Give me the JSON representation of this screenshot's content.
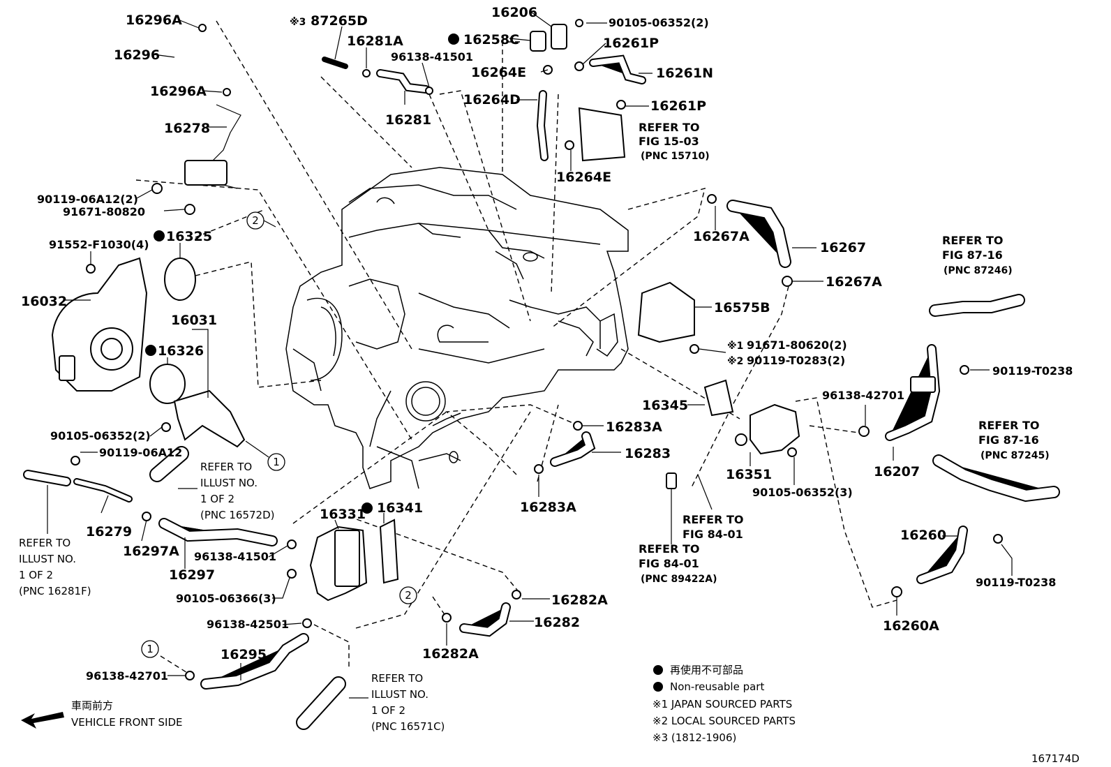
{
  "diagram": {
    "figure_id": "167174D",
    "legend": {
      "nonreusable_jp": "再使用不可部品",
      "nonreusable_en": "Non-reusable part",
      "note1": "※1 JAPAN SOURCED PARTS",
      "note2": "※2 LOCAL SOURCED PARTS",
      "note3": "※3 (1812-1906)"
    },
    "front_jp": "車両前方",
    "front_en": "VEHICLE FRONT SIDE",
    "labels": {
      "l16296A_1": "16296A",
      "l16296": "16296",
      "l16296A_2": "16296A",
      "l16278": "16278",
      "l9011906A12_2": "90119-06A12(2)",
      "l9167180820": "91671-80820",
      "l91552": "91552-F1030(4)",
      "l16325": "16325",
      "l16032": "16032",
      "l16031": "16031",
      "l16326": "16326",
      "l90105_2": "90105-06352(2)",
      "l9011906A12": "90119-06A12",
      "l16279": "16279",
      "l16297A": "16297A",
      "l16297": "16297",
      "l96138_41501b": "96138-41501",
      "l90105_06366": "90105-06366(3)",
      "l96138_42501": "96138-42501",
      "l16295": "16295",
      "l96138_42701b": "96138-42701",
      "l87265D": "87265D",
      "l87265D_note": "※3",
      "l16281A": "16281A",
      "l96138_41501a": "96138-41501",
      "l16281": "16281",
      "l16258C": "16258C",
      "l16206": "16206",
      "l90105_06352_2t": "90105-06352(2)",
      "l16261P_1": "16261P",
      "l16264E_1": "16264E",
      "l16261N": "16261N",
      "l16264D": "16264D",
      "l16261P_2": "16261P",
      "l16264E_2": "16264E",
      "l16267A_1": "16267A",
      "l16267": "16267",
      "l16267A_2": "16267A",
      "l16575B": "16575B",
      "l91671_80620": "91671-80620(2)",
      "l90119_T0283": "90119-T0283(2)",
      "l16345": "16345",
      "l16283A_1": "16283A",
      "l16283": "16283",
      "l16283A_2": "16283A",
      "l16331": "16331",
      "l16341": "16341",
      "l16282A_1": "16282A",
      "l16282": "16282",
      "l16282A_2": "16282A",
      "l16351": "16351",
      "l90105_06352_3": "90105-06352(3)",
      "l96138_42701a": "96138-42701",
      "l16207": "16207",
      "l90119_T0238a": "90119-T0238",
      "l16260": "16260",
      "l90119_T0238b": "90119-T0238",
      "l16260A": "16260A",
      "note_1": "※1",
      "note_2": "※2",
      "c1": "1",
      "c2": "2"
    },
    "refs": {
      "r15_1": "REFER TO",
      "r15_2": "FIG 15-03",
      "r15_3": "(PNC 15710)",
      "r87a_1": "REFER TO",
      "r87a_2": "FIG 87-16",
      "r87a_3": "(PNC 87246)",
      "r87b_1": "REFER TO",
      "r87b_2": "FIG 87-16",
      "r87b_3": "(PNC 87245)",
      "ri1_1": "REFER TO",
      "ri1_2": "ILLUST NO.",
      "ri1_3": "1 OF 2",
      "ri1_4": "(PNC 16572D)",
      "ri2_1": "REFER TO",
      "ri2_2": "ILLUST NO.",
      "ri2_3": "1 OF 2",
      "ri2_4": "(PNC 16281F)",
      "ri3_1": "REFER TO",
      "ri3_2": "ILLUST NO.",
      "ri3_3": "1 OF 2",
      "ri3_4": "(PNC 16571C)",
      "r84a_1": "REFER TO",
      "r84a_2": "FIG 84-01",
      "r84b_1": "REFER TO",
      "r84b_2": "FIG 84-01",
      "r84b_3": "(PNC 89422A)"
    }
  }
}
